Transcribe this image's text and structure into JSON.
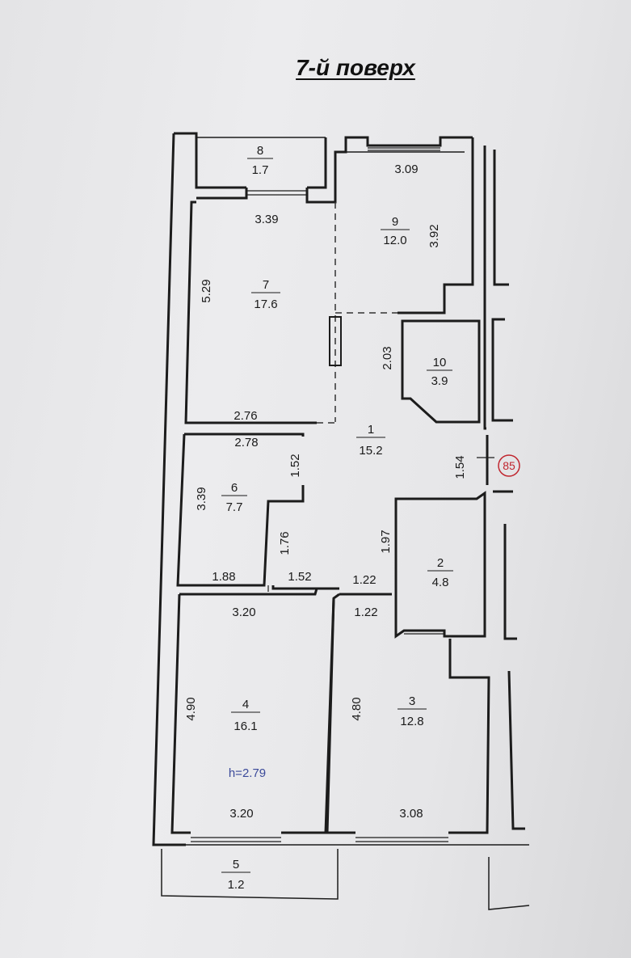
{
  "plan": {
    "title": "7-й поверх",
    "height_note": "h=2.79",
    "marker_label": "85",
    "rooms": [
      {
        "no": "1",
        "area": "15.2"
      },
      {
        "no": "2",
        "area": "4.8"
      },
      {
        "no": "3",
        "area": "12.8"
      },
      {
        "no": "4",
        "area": "16.1"
      },
      {
        "no": "5",
        "area": "1.2"
      },
      {
        "no": "6",
        "area": "7.7"
      },
      {
        "no": "7",
        "area": "17.6"
      },
      {
        "no": "8",
        "area": "1.7"
      },
      {
        "no": "9",
        "area": "12.0"
      },
      {
        "no": "10",
        "area": "3.9"
      }
    ],
    "dimensions": {
      "d_309": "3.09",
      "d_339_top": "3.39",
      "d_392": "3.92",
      "d_529": "5.29",
      "d_203": "2.03",
      "d_276": "2.76",
      "d_278": "2.78",
      "d_152_v": "1.52",
      "d_154": "1.54",
      "d_339_left": "3.39",
      "d_176": "1.76",
      "d_197": "1.97",
      "d_188": "1.88",
      "d_152_h": "1.52",
      "d_122_top": "1.22",
      "d_122_bottom": "1.22",
      "d_320_top": "3.20",
      "d_490": "4.90",
      "d_480": "4.80",
      "d_320_bottom": "3.20",
      "d_308": "3.08"
    },
    "colors": {
      "wall": "#1c1c1c",
      "marker": "#c0262f",
      "height_note": "#3b4a9a"
    }
  }
}
